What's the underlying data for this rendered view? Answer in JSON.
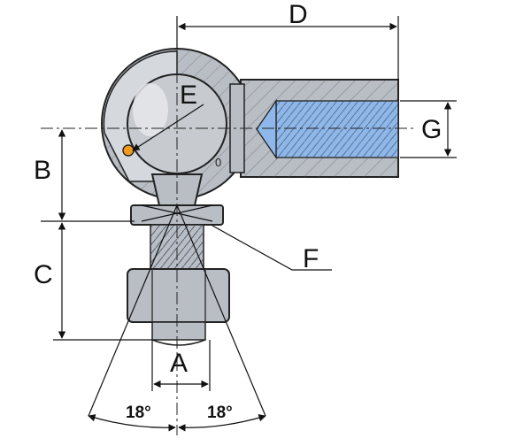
{
  "labels": {
    "a": "A",
    "b": "B",
    "c": "C",
    "d": "D",
    "e": "E",
    "f": "F",
    "g": "G"
  },
  "angles": {
    "left": "18°",
    "right": "18°"
  },
  "marks": {
    "body_zero": "0"
  },
  "colors": {
    "metal": "#b9bdc4",
    "metal_dark": "#8d939c",
    "thread_blue": "#8fb8ea",
    "ball_orange": "#f39a1d",
    "line": "#222222"
  }
}
